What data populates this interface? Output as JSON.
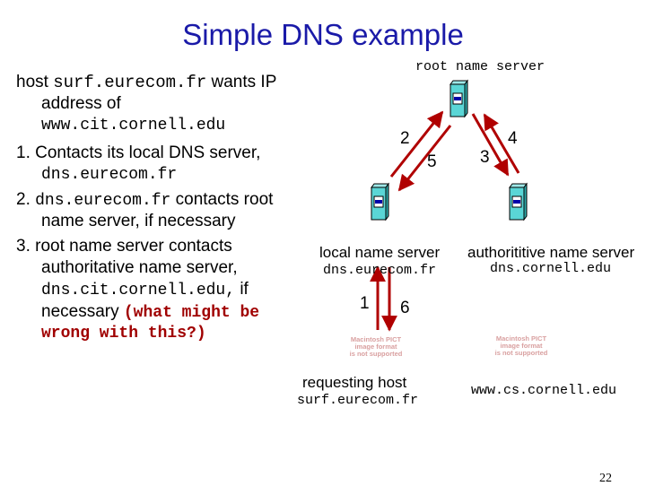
{
  "title": "Simple DNS example",
  "body": {
    "intro_host": "host ",
    "intro_hostname": "surf.eurecom.fr",
    "intro_wants": " wants IP",
    "intro_address_of": "address of",
    "intro_target": "www.cit.cornell.edu",
    "step1_num": "1. ",
    "step1_text": "Contacts its local DNS server,",
    "step1_server": "dns.eurecom.fr",
    "step2_num": "2. ",
    "step2_server": "dns.eurecom.fr",
    "step2_text": " contacts root",
    "step2_cont": "name server, if necessary",
    "step3_num": "3. ",
    "step3_text": "root name server contacts",
    "step3_cont": "authoritative name server,",
    "step3_server": "dns.cit.cornell.edu,",
    "step3_if": " if",
    "step3_necessary": "necessary ",
    "step3_question1": "(what might be",
    "step3_question2": "wrong with this?)"
  },
  "diagram": {
    "root_label": "root name server",
    "local_label": "local name server",
    "local_host": "dns.eurecom.fr",
    "auth_label": "authorititive name server",
    "auth_host": "dns.cornell.edu",
    "requesting_label": "requesting host",
    "requesting_host": "surf.eurecom.fr",
    "www_host": "www.cs.cornell.edu",
    "steps": [
      "1",
      "2",
      "3",
      "4",
      "5",
      "6"
    ],
    "pict_placeholder": {
      "line1": "Macintosh PICT",
      "line2": "image format",
      "line3": "is not supported"
    }
  },
  "page_number": "22",
  "colors": {
    "title": "#1a1aa8",
    "arrow": "#b00000",
    "server_body": "#5ad6d6",
    "server_panel": "#0000aa",
    "question_text": "#a00000"
  }
}
